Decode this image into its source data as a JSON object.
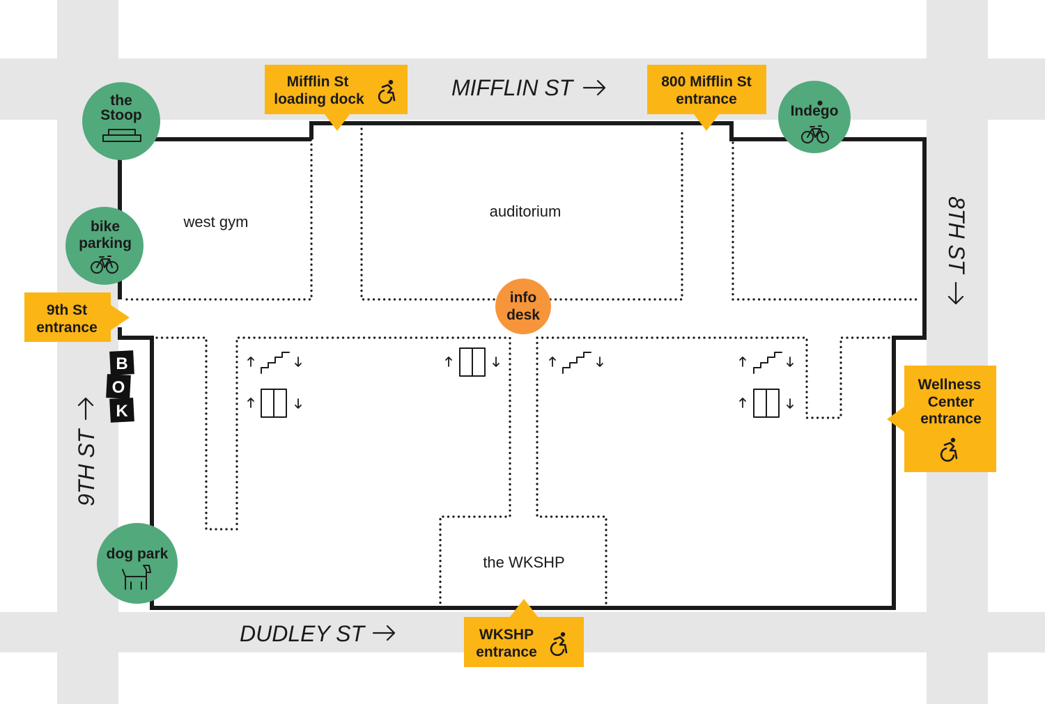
{
  "streets": {
    "mifflin": "MIFFLIN ST",
    "dudley": "DUDLEY ST",
    "ninth": "9TH ST",
    "eighth": "8TH ST"
  },
  "rooms": {
    "west_gym": "west gym",
    "auditorium": "auditorium",
    "wkshp": "the WKSHP"
  },
  "info_desk": {
    "line1": "info",
    "line2": "desk",
    "color": "#f7953b"
  },
  "callouts": {
    "mifflin_dock": {
      "line1": "Mifflin St",
      "line2": "loading dock",
      "icon": "wheelchair-icon"
    },
    "mifflin_800": {
      "line1": "800 Mifflin St",
      "line2": "entrance"
    },
    "ninth_entrance": {
      "line1": "9th St",
      "line2": "entrance"
    },
    "wellness": {
      "line1": "Wellness",
      "line2": "Center",
      "line3": "entrance",
      "icon": "wheelchair-icon"
    },
    "wkshp_entrance": {
      "line1": "WKSHP",
      "line2": "entrance",
      "icon": "wheelchair-icon"
    }
  },
  "amenities": {
    "stoop": {
      "line1": "the",
      "line2": "Stoop",
      "icon": "bench-icon"
    },
    "bike_parking": {
      "line1": "bike",
      "line2": "parking",
      "icon": "bicycle-icon"
    },
    "indego": {
      "label": "Indego",
      "icon": "bicycle-icon"
    },
    "dog_park": {
      "label": "dog park",
      "icon": "dog-icon"
    }
  },
  "logo": {
    "letters": [
      "B",
      "O",
      "K"
    ]
  },
  "colors": {
    "callout": "#fbb515",
    "amenity": "#52a97c",
    "street": "#e6e6e6",
    "info": "#f7953b"
  }
}
